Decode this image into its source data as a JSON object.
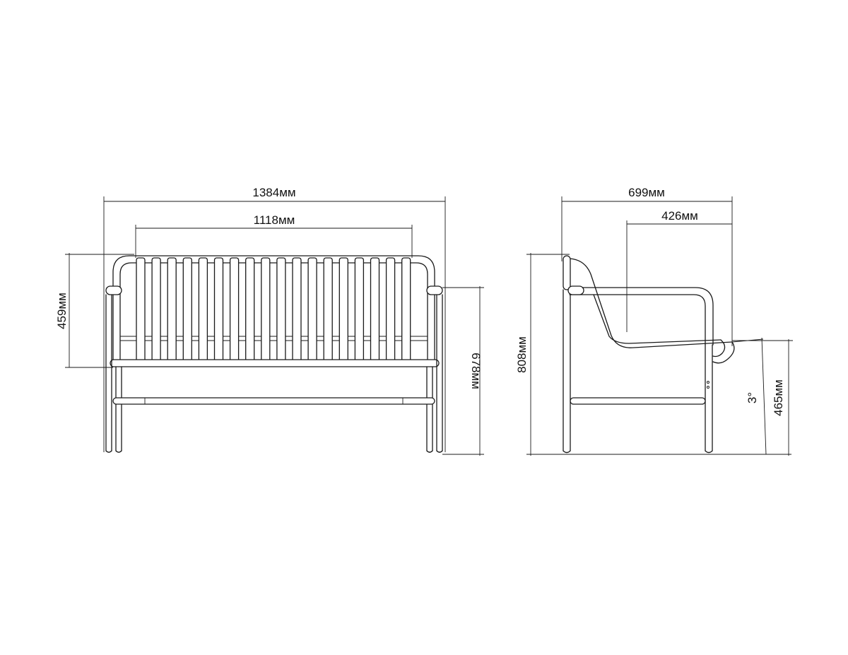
{
  "front_view": {
    "overall_width": "1384мм",
    "back_width": "1118мм",
    "back_height": "459мм",
    "armrest_height": "678мм"
  },
  "side_view": {
    "overall_depth": "699мм",
    "seat_depth": "426мм",
    "overall_height": "808мм",
    "seat_height": "465мм",
    "seat_angle": "3°"
  }
}
